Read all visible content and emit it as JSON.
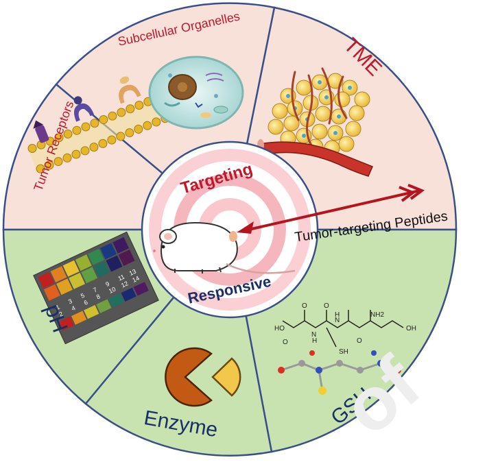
{
  "diagram": {
    "center_top_label": "Targeting",
    "center_bottom_label": "Responsive",
    "arrow_label": "Tumor-targeting Peptides",
    "top_half": [
      {
        "id": "tumor-receptors",
        "label": "Tumor Receptors"
      },
      {
        "id": "subcellular-organelles",
        "label": "Subcellular Organelles"
      },
      {
        "id": "tme",
        "label": "TME"
      }
    ],
    "bottom_half": [
      {
        "id": "ph",
        "label": "pH"
      },
      {
        "id": "enzyme",
        "label": "Enzyme"
      },
      {
        "id": "gsh",
        "label": "GSH"
      }
    ],
    "ph_strip_numbers": [
      "1",
      "2",
      "3",
      "4",
      "5",
      "6",
      "7",
      "8",
      "9",
      "10",
      "11",
      "12",
      "13",
      "14"
    ],
    "gsh_formula_labels": [
      "HO",
      "O",
      "O",
      "N",
      "H",
      "H",
      "N",
      "NH2",
      "OH",
      "O",
      "O",
      "SH"
    ],
    "watermark": "of"
  },
  "colors": {
    "top_fill": "#f8e1d8",
    "bottom_fill": "#c9e3b0",
    "border": "#3a4f8a",
    "red_text": "#c0182a",
    "navy_text": "#1a2f66",
    "arrow": "#b3141e",
    "ring_pink": "#f6b6bd"
  }
}
